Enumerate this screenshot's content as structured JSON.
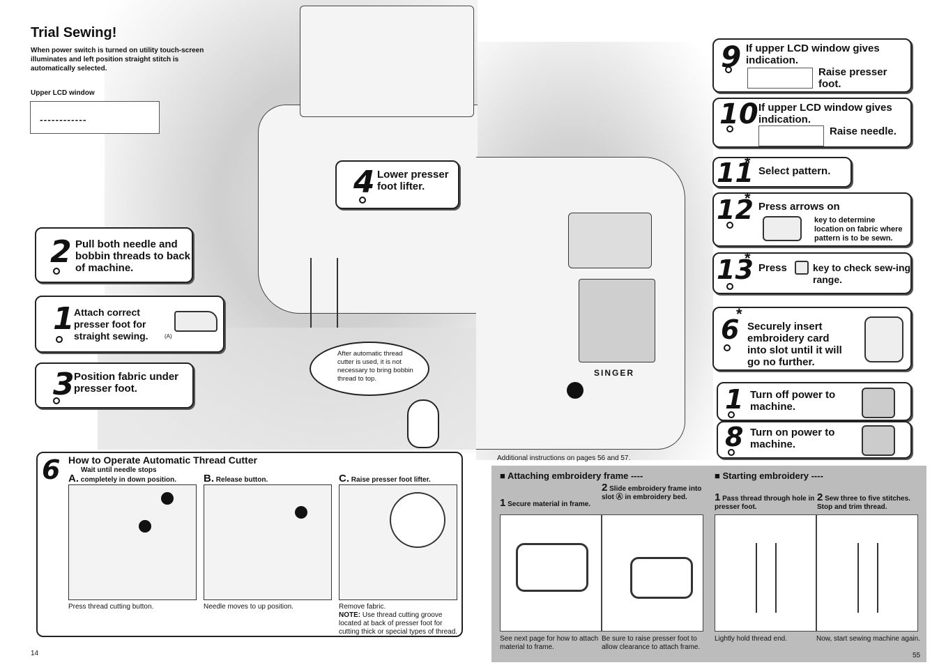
{
  "left_page": {
    "title": "Trial Sewing!",
    "intro": "When power switch is turned on utility touch-screen illuminates and left position straight stitch is automatically selected.",
    "lcd_label": "Upper LCD window",
    "lcd_value": "------------",
    "steps": [
      {
        "num": "4",
        "text": "Lower presser foot lifter."
      },
      {
        "num": "2",
        "text": "Pull both needle and bobbin threads to back of machine."
      },
      {
        "num": "1",
        "text": "Attach correct presser foot for straight sewing.",
        "note": "(A)"
      },
      {
        "num": "3",
        "text": "Position fabric under presser foot."
      }
    ],
    "bubble": "After automatic thread cutter is used, it is not necessary to bring bobbin thread to top.",
    "cutter": {
      "num": "6",
      "title": "How to Operate Automatic Thread Cutter",
      "a_top": "Wait until needle stops",
      "a_letter": "A.",
      "a_label": "completely in down position.",
      "b_letter": "B.",
      "b_label": "Release button.",
      "c_letter": "C.",
      "c_label": "Raise presser foot lifter.",
      "a_caption": "Press thread cutting button.",
      "b_caption": "Needle moves to up position.",
      "c_caption": "Remove fabric.",
      "c_note_label": "NOTE:",
      "c_note": "Use thread cutting groove located at back of presser foot for cutting thick or special types of thread."
    },
    "page_number": "14"
  },
  "right_page": {
    "steps": [
      {
        "num": "9",
        "text": "If upper LCD window gives indication.",
        "action": "Raise presser foot."
      },
      {
        "num": "10",
        "text": "If upper LCD window gives indication.",
        "action": "Raise needle."
      },
      {
        "num": "11",
        "text": "Select pattern."
      },
      {
        "num": "12",
        "text": "Press arrows on",
        "extra": "key to determine location on fabric where pattern is to be sewn."
      },
      {
        "num": "13",
        "text": "Press",
        "extra": "key to check sew-ing range."
      },
      {
        "num": "6",
        "text": "Securely insert embroidery card into slot until it will go no further."
      },
      {
        "num": "1",
        "text": "Turn off power to machine."
      },
      {
        "num": "8",
        "text": "Turn on power to machine."
      }
    ],
    "brand": "SINGER",
    "footnote": "Additional instructions on pages 56 and 57.",
    "attaching": {
      "heading": "Attaching embroidery frame ----",
      "s1_num": "1",
      "s1": "Secure material in frame.",
      "s2_num": "2",
      "s2": "Slide embroidery frame into slot Ⓐ in embroidery bed.",
      "c1": "See next page for how to attach material to frame.",
      "c2": "Be sure to raise presser foot to allow clearance to attach frame."
    },
    "starting": {
      "heading": "Starting embroidery ----",
      "s1_num": "1",
      "s1": "Pass thread through hole in presser foot.",
      "s2_num": "2",
      "s2": "Sew three to five stitches. Stop and trim thread.",
      "c1": "Lightly hold thread end.",
      "c2": "Now, start sewing machine again."
    },
    "page_number": "55"
  }
}
